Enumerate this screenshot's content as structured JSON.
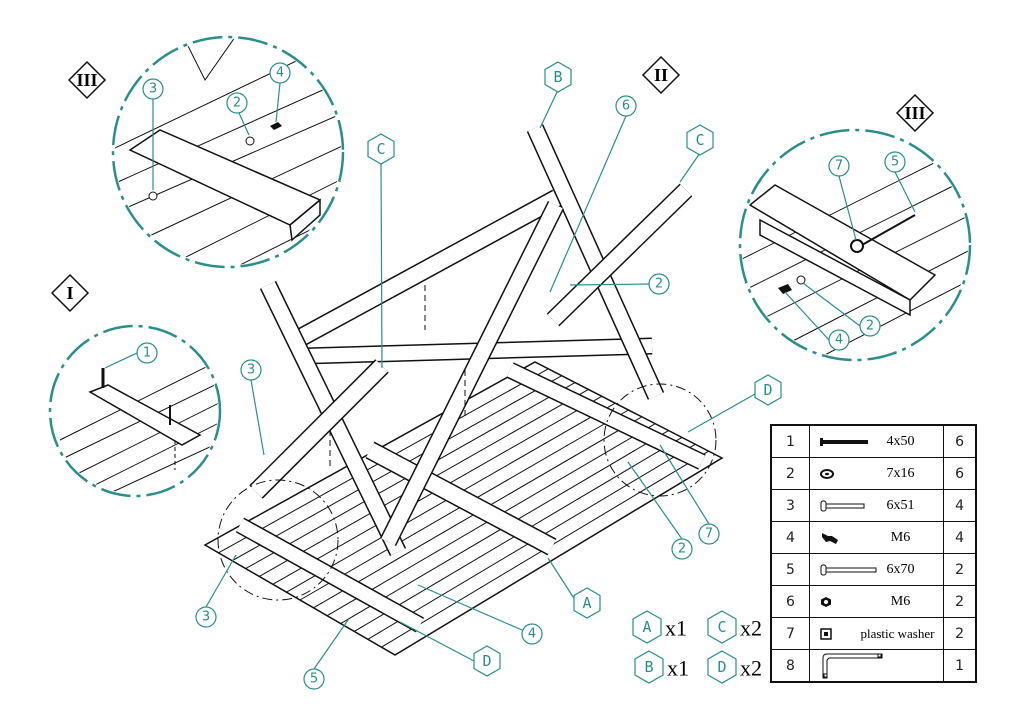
{
  "callouts": {
    "c1": "1",
    "c2a": "2",
    "c2b": "2",
    "c2c": "2",
    "c2d": "2",
    "c3a": "3",
    "c3b": "3",
    "c3c": "3",
    "c4a": "4",
    "c4b": "4",
    "c4c": "4",
    "c5a": "5",
    "c5b": "5",
    "c6": "6",
    "c7a": "7",
    "c7b": "7"
  },
  "part_labels": {
    "b": "B",
    "c1": "C",
    "c2": "C",
    "d1": "D",
    "a": "A",
    "d2": "D"
  },
  "steps": {
    "step_iii_left": "III",
    "step_ii": "II",
    "step_iii_right": "III",
    "step_i": "I"
  },
  "legend": [
    {
      "letter": "A",
      "count": "x1"
    },
    {
      "letter": "C",
      "count": "x2"
    },
    {
      "letter": "B",
      "count": "x1"
    },
    {
      "letter": "D",
      "count": "x2"
    }
  ],
  "parts_table": [
    {
      "num": "1",
      "icon": "pin-icon",
      "desc": "4x50",
      "qty": "6"
    },
    {
      "num": "2",
      "icon": "washer-icon",
      "desc": "7x16",
      "qty": "6"
    },
    {
      "num": "3",
      "icon": "bolt-icon",
      "desc": "6x51",
      "qty": "4"
    },
    {
      "num": "4",
      "icon": "wing-nut-icon",
      "desc": "M6",
      "qty": "4"
    },
    {
      "num": "5",
      "icon": "long-bolt-icon",
      "desc": "6x70",
      "qty": "2"
    },
    {
      "num": "6",
      "icon": "nut-icon",
      "desc": "M6",
      "qty": "2"
    },
    {
      "num": "7",
      "icon": "plastic-washer-icon",
      "desc": "plastic washer",
      "qty": "2"
    },
    {
      "num": "8",
      "icon": "allen-key-icon",
      "desc": "",
      "qty": "1"
    }
  ],
  "colors": {
    "accent": "#2a8f8a",
    "line": "#111111"
  }
}
